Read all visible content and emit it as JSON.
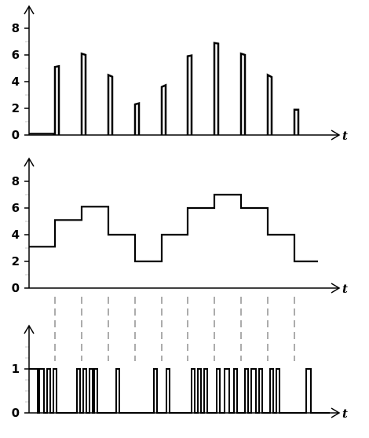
{
  "chart_data": [
    {
      "type": "line",
      "subtype": "sampled-pulses",
      "xlabel": "t",
      "yticks": [
        0,
        2,
        4,
        6,
        8
      ],
      "ylim": [
        0,
        9
      ],
      "sample_values": [
        0.1,
        5.1,
        6.1,
        4.5,
        2.3,
        3.6,
        5.9,
        6.9,
        6.1,
        4.5,
        1.9
      ]
    },
    {
      "type": "line",
      "subtype": "step",
      "xlabel": "t",
      "yticks": [
        0,
        2,
        4,
        6,
        8
      ],
      "ylim": [
        0,
        9
      ],
      "step_values": [
        3.1,
        5.1,
        6.1,
        4.0,
        2.0,
        4.0,
        6.0,
        7.0,
        6.0,
        4.0,
        2.0
      ]
    },
    {
      "type": "line",
      "subtype": "binary-pulse-train",
      "xlabel": "t",
      "yticks": [
        0,
        1
      ],
      "ylim": [
        0,
        1.6
      ]
    }
  ],
  "style": {
    "line_color": "#000000",
    "dash_color": "#909090",
    "grid_minor_color": "#c8c8c8"
  }
}
